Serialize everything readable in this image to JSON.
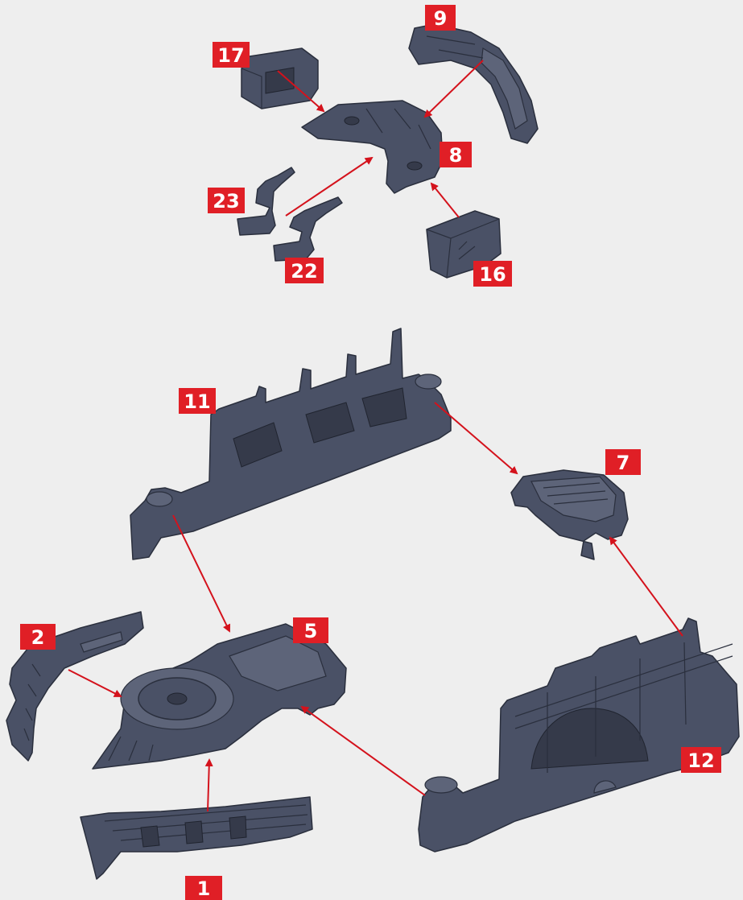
{
  "labels": {
    "part_1": "1",
    "part_2": "2",
    "part_5": "5",
    "part_7": "7",
    "part_8": "8",
    "part_9": "9",
    "part_11": "11",
    "part_12": "12",
    "part_16": "16",
    "part_17": "17",
    "part_22": "22",
    "part_23": "23"
  },
  "colors": {
    "badge": "#e01f26",
    "arrow": "#d4121c",
    "part": "#4a5166",
    "background": "#eeeeee"
  }
}
